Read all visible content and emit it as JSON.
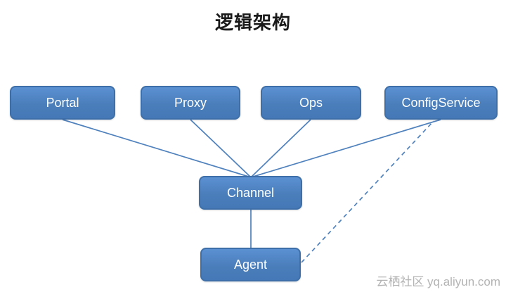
{
  "title": "逻辑架构",
  "nodes": {
    "portal": {
      "label": "Portal"
    },
    "proxy": {
      "label": "Proxy"
    },
    "ops": {
      "label": "Ops"
    },
    "config_service": {
      "label": "ConfigService"
    },
    "channel": {
      "label": "Channel"
    },
    "agent": {
      "label": "Agent"
    }
  },
  "edges": [
    {
      "from": "Portal",
      "to": "Channel",
      "style": "solid"
    },
    {
      "from": "Proxy",
      "to": "Channel",
      "style": "solid"
    },
    {
      "from": "Ops",
      "to": "Channel",
      "style": "solid"
    },
    {
      "from": "ConfigService",
      "to": "Channel",
      "style": "solid"
    },
    {
      "from": "Channel",
      "to": "Agent",
      "style": "solid"
    },
    {
      "from": "Agent",
      "to": "ConfigService",
      "style": "dashed"
    }
  ],
  "colors": {
    "node_fill": "#4A7EBB",
    "node_border": "#3E6FA8",
    "node_text": "#FFFFFF",
    "edge_line": "#4F81BD"
  },
  "watermark": "云栖社区 yq.aliyun.com"
}
